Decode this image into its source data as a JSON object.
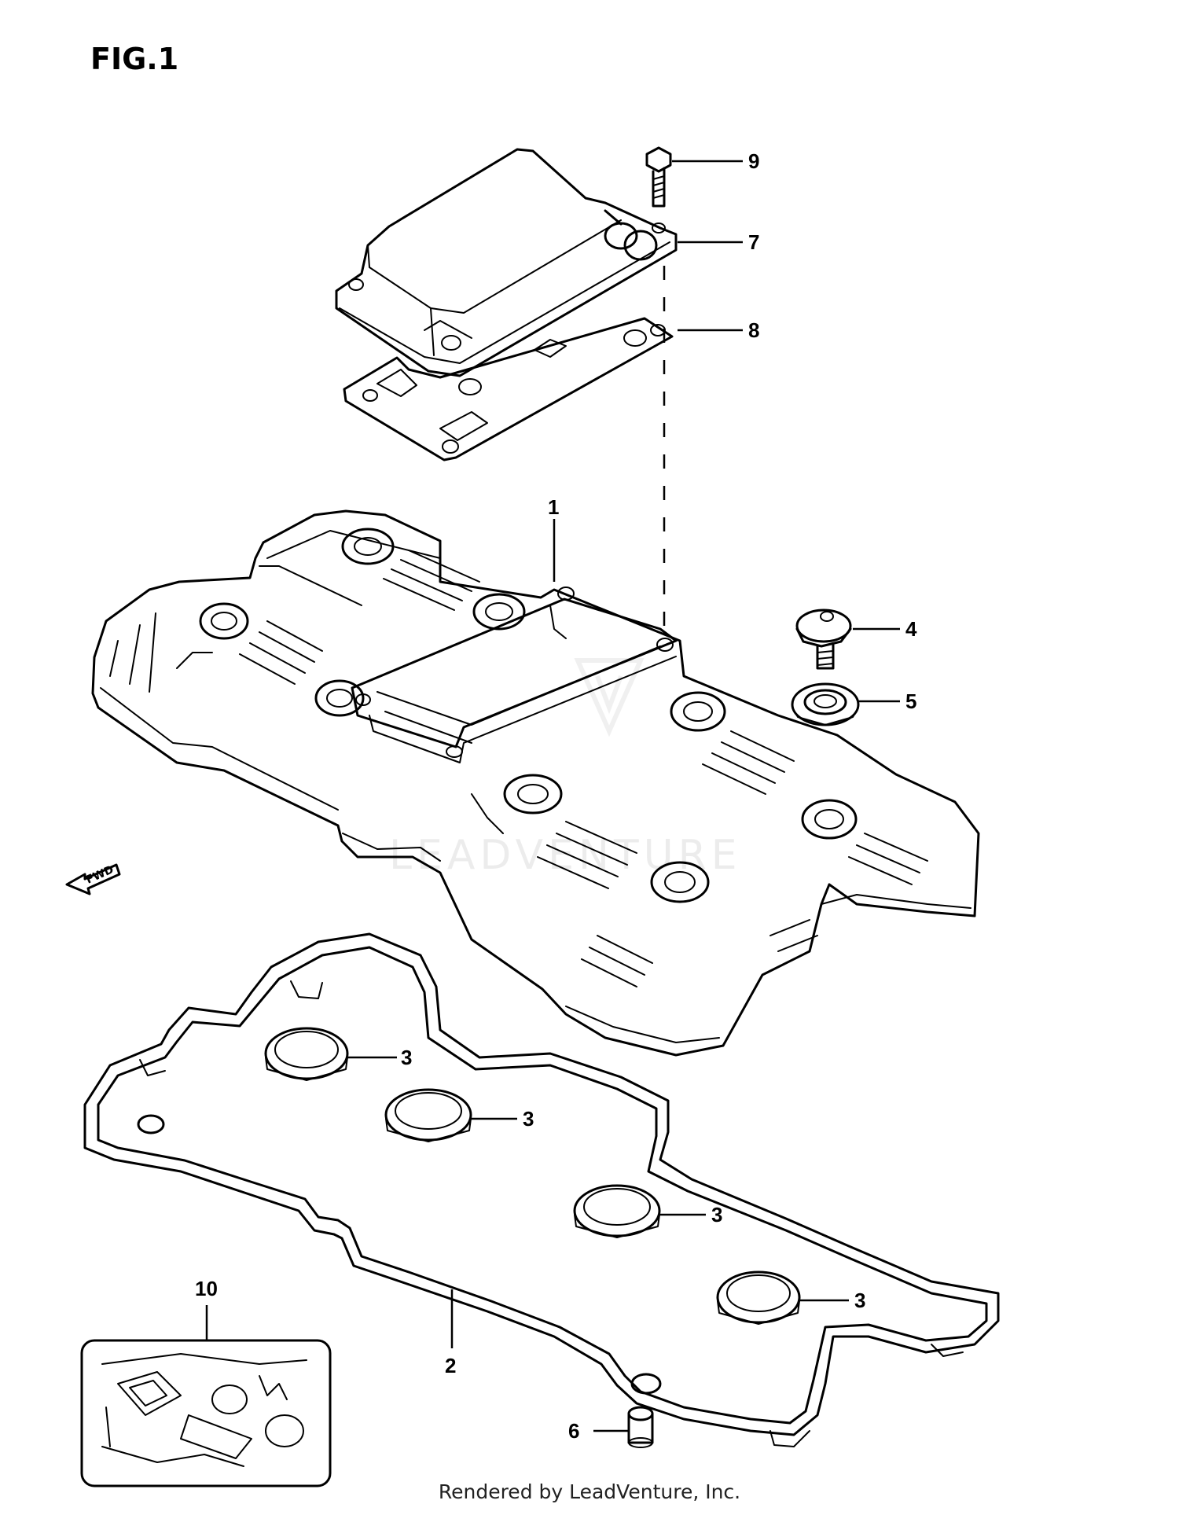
{
  "figure": {
    "label": "FIG.1"
  },
  "direction": {
    "label": "FWD"
  },
  "watermark": {
    "text": "LEADVENTURE"
  },
  "footer": {
    "credit": "Rendered by LeadVenture, Inc."
  },
  "callouts": {
    "c1": "1",
    "c2": "2",
    "c3a": "3",
    "c3b": "3",
    "c3c": "3",
    "c3d": "3",
    "c4": "4",
    "c5": "5",
    "c6": "6",
    "c7": "7",
    "c8": "8",
    "c9": "9",
    "c10": "10"
  }
}
